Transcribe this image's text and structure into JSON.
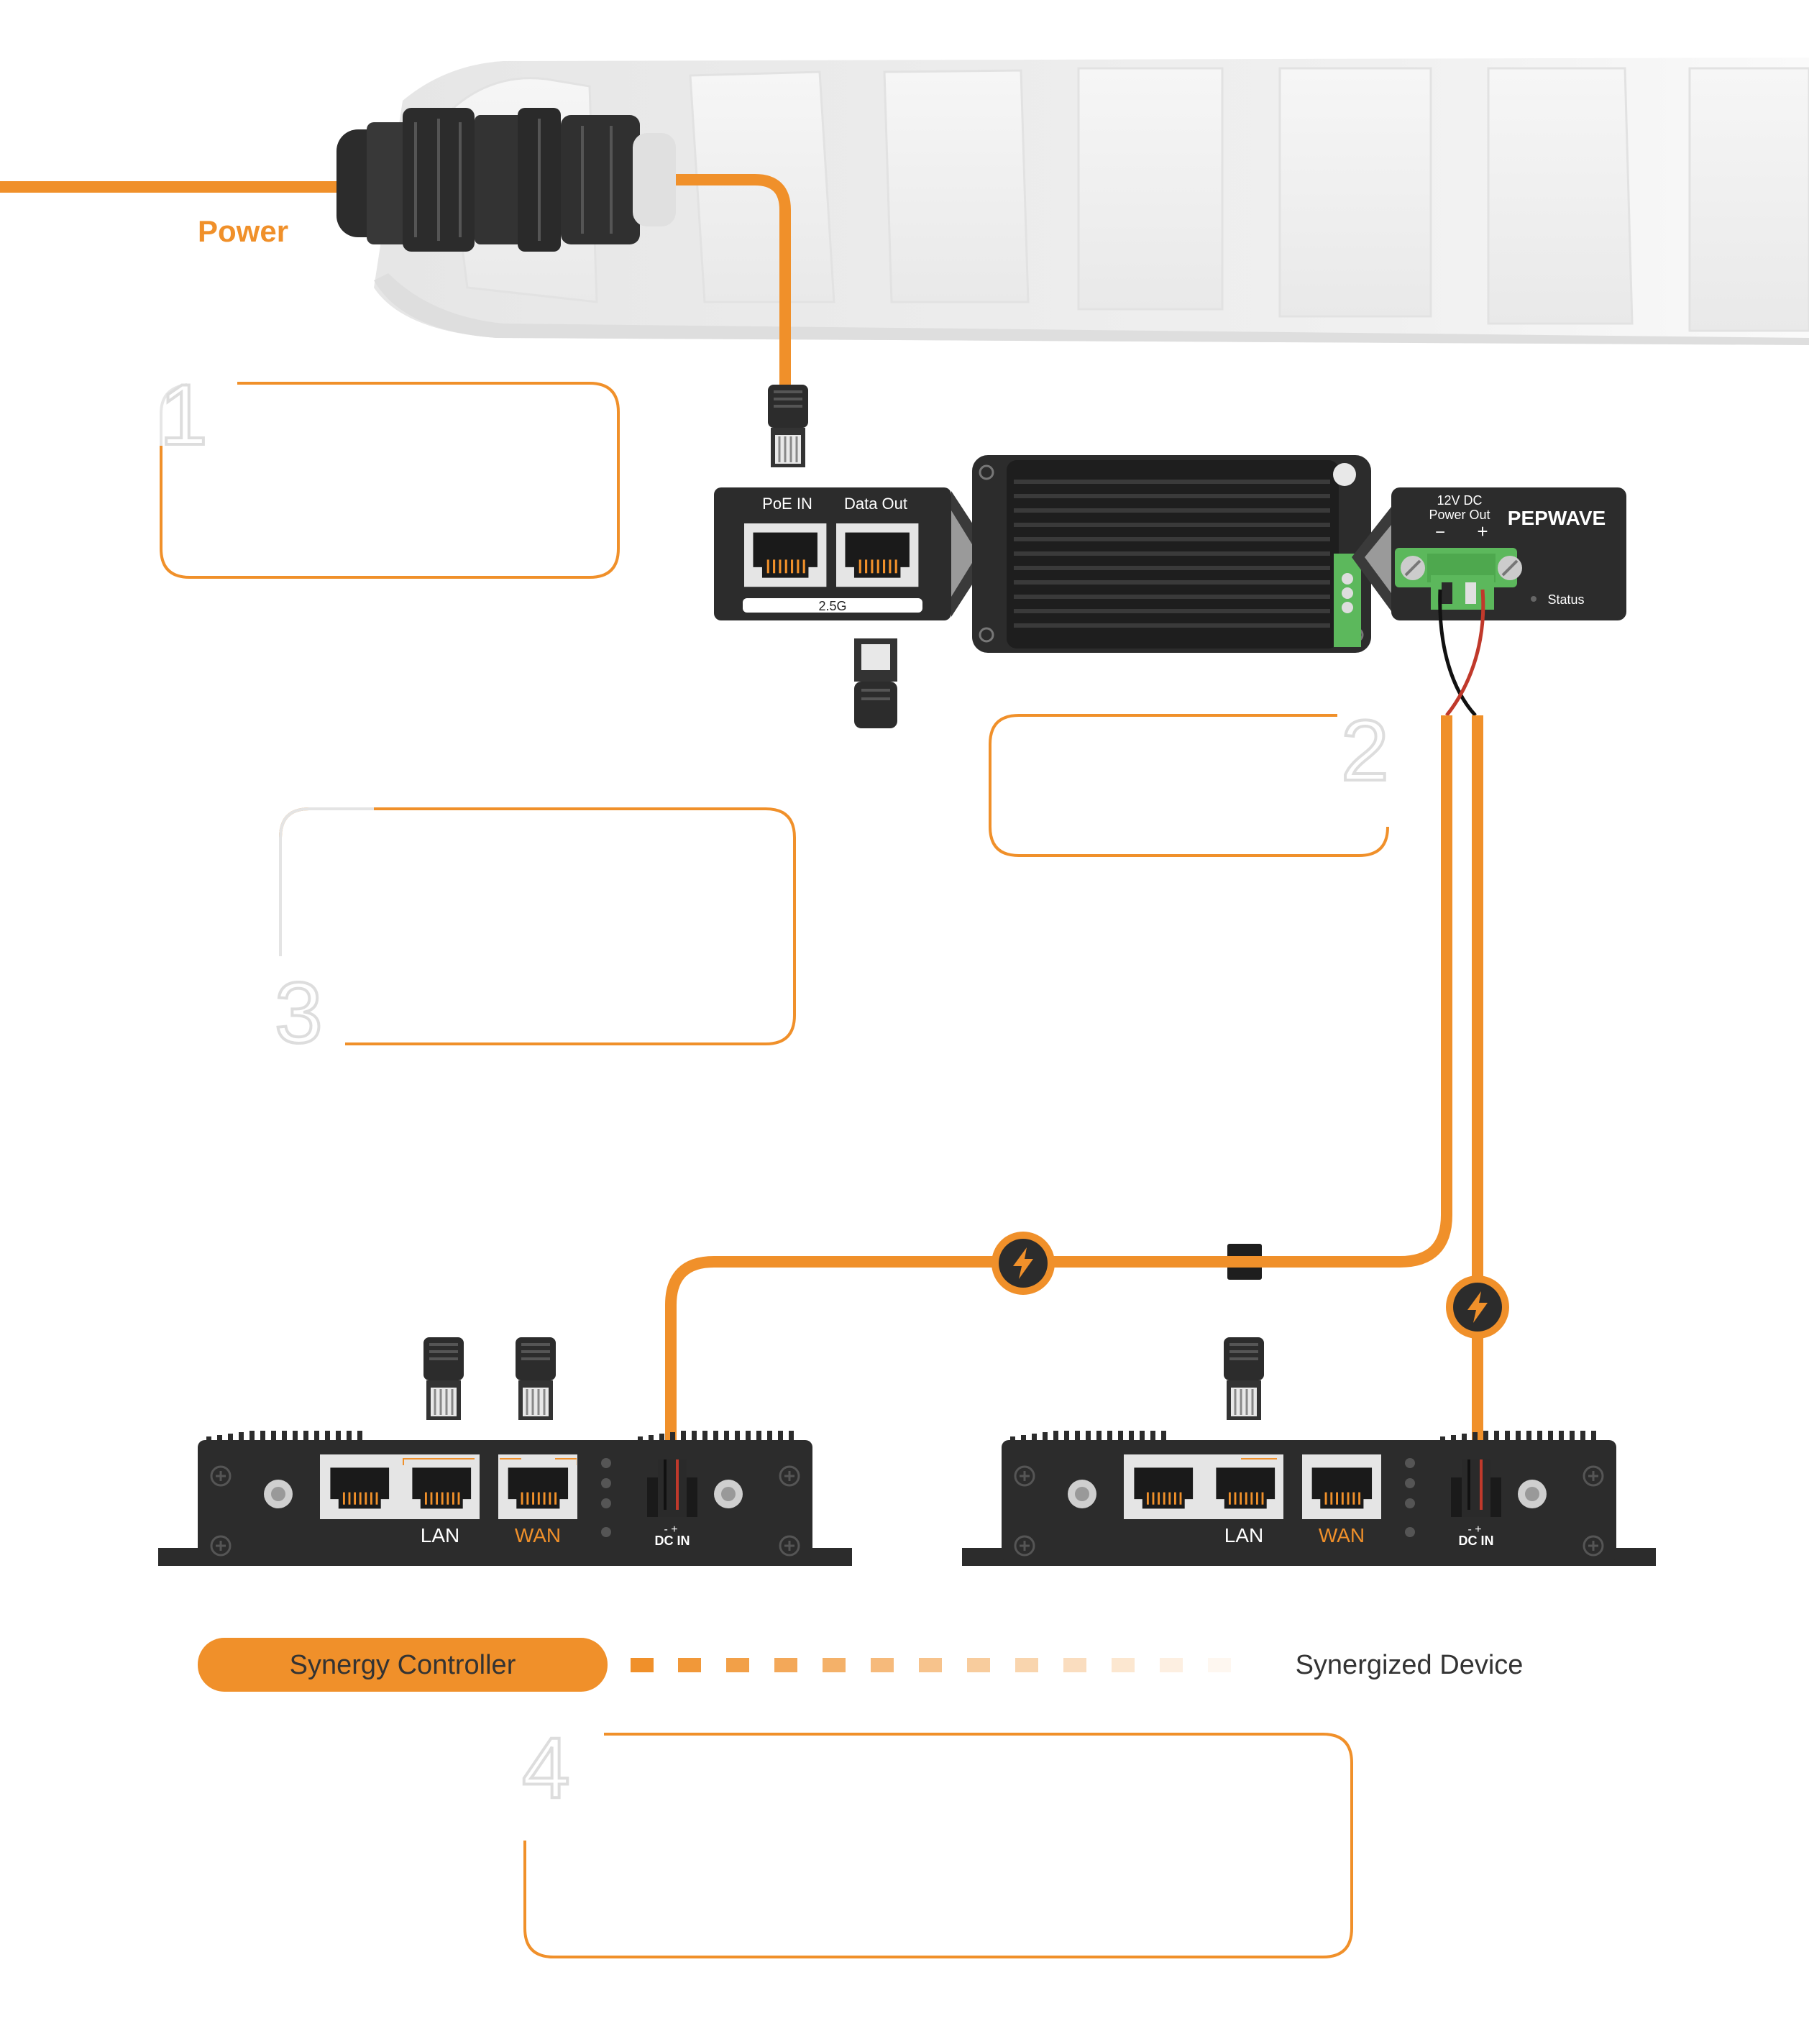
{
  "labels": {
    "power": "Power",
    "poe_in": "PoE IN",
    "data_out": "Data Out",
    "speed": "2.5G",
    "dc_out_line1": "12V DC",
    "dc_out_line2": "Power Out",
    "minus": "−",
    "plus": "+",
    "brand": "PEPWAVE",
    "status": "Status"
  },
  "steps": [
    "1",
    "2",
    "3",
    "4"
  ],
  "routers": [
    {
      "lan": "LAN",
      "wan": "WAN",
      "dc_in": "DC IN",
      "dc_pol": "- +"
    },
    {
      "lan": "LAN",
      "wan": "WAN",
      "dc_in": "DC IN",
      "dc_pol": "- +"
    }
  ],
  "legend": {
    "controller": "Synergy Controller",
    "device": "Synergized Device"
  },
  "colors": {
    "orange": "#F0902A",
    "dark": "#2C2C2C",
    "darker": "#1E1E1E",
    "grey_outline": "#DDDDDD",
    "text": "#333333",
    "terminal_green": "#5CB85C"
  },
  "icons": [
    "cable-gland-icon",
    "rj45-plug-icon",
    "lightning-icon",
    "screw-terminal-icon"
  ]
}
